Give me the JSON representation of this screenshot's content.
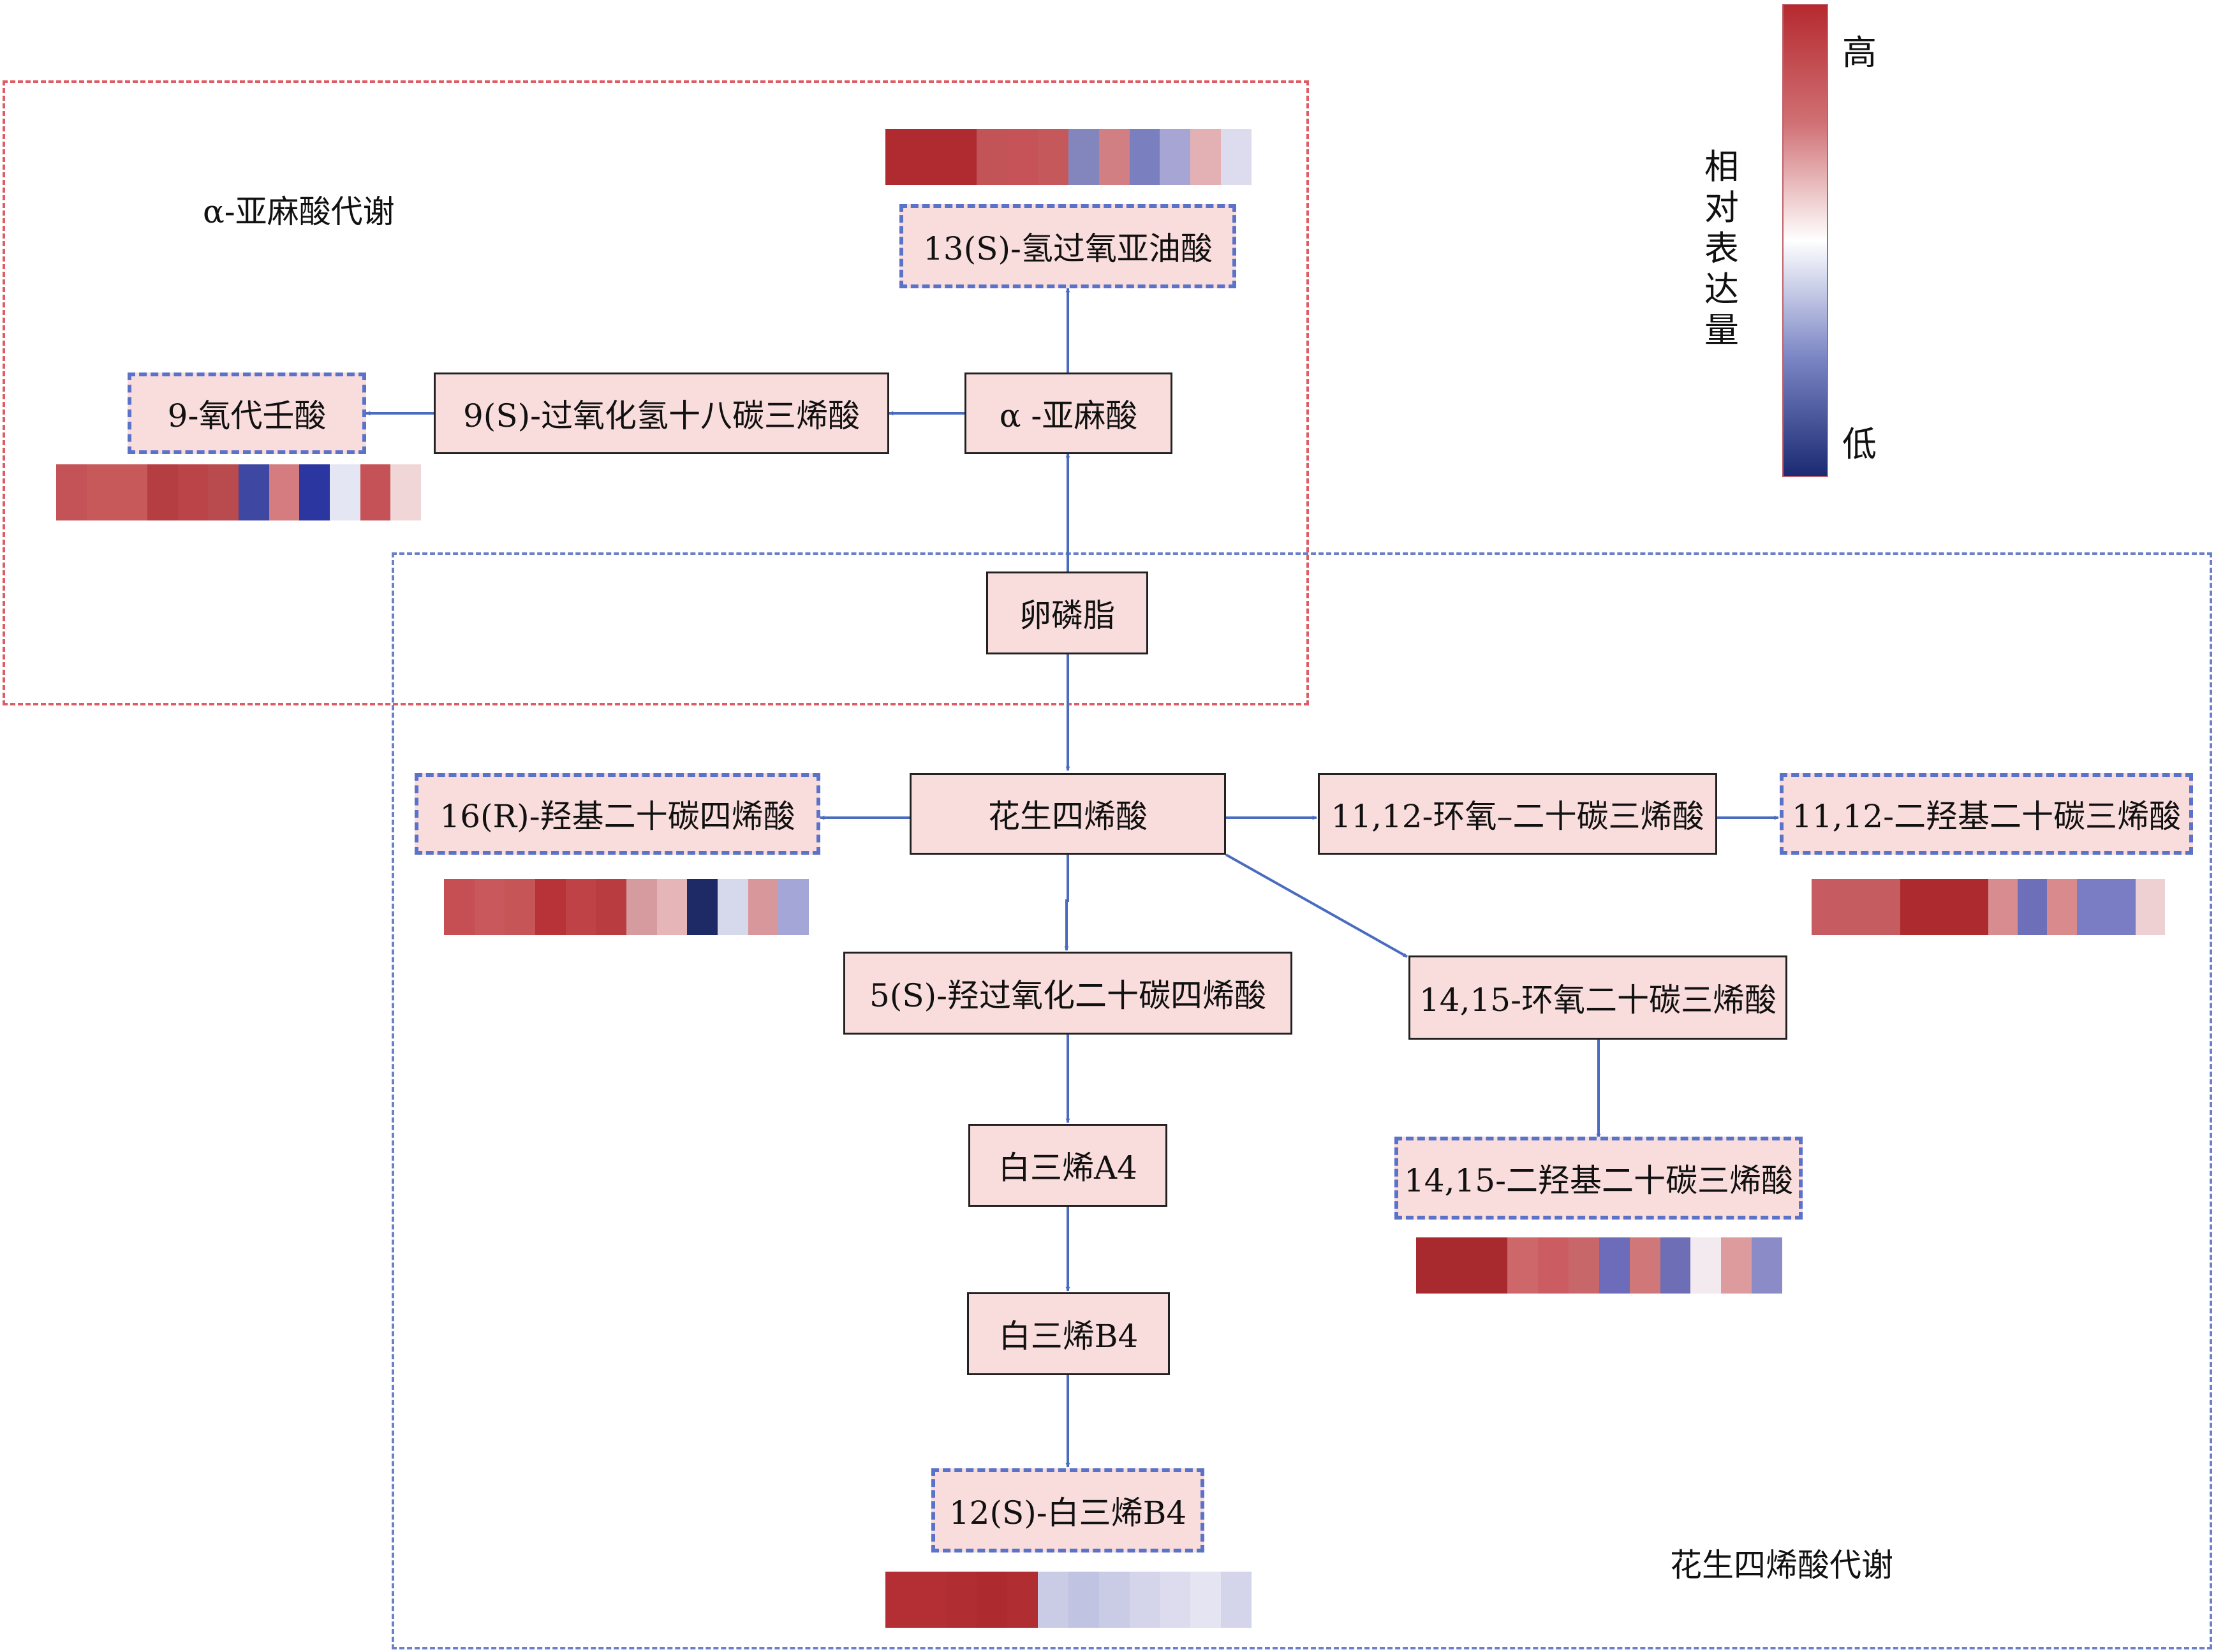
{
  "regions": {
    "alpha_linolenic": "α-亚麻酸代谢",
    "arachidonic": "花生四烯酸代谢"
  },
  "legend": {
    "high": "高",
    "low": "低",
    "title": "相对表达量"
  },
  "nodes": {
    "hpode13s": "13(S)-氢过氧亚油酸",
    "oxononanoic": "9-氧代壬酸",
    "hpotre9s": "9(S)-过氧化氢十八碳三烯酸",
    "ala": "α -亚麻酸",
    "lecithin": "卵磷脂",
    "hete16r": "16(R)-羟基二十碳四烯酸",
    "aa": "花生四烯酸",
    "eet1112": "11,12-环氧–二十碳三烯酸",
    "dhet1112": "11,12-二羟基二十碳三烯酸",
    "hpete5s": "5(S)-羟过氧化二十碳四烯酸",
    "eet1415": "14,15-环氧二十碳三烯酸",
    "lta4": "白三烯A4",
    "dhet1415": "14,15-二羟基二十碳三烯酸",
    "ltb4": "白三烯B4",
    "ltb4_12s": "12(S)-白三烯B4"
  },
  "colors": {
    "node_fill": "#f9dcdc",
    "arrow": "#4a6cc0",
    "region_red": "#de5c64",
    "region_blue": "#6b80c8"
  },
  "heatmaps": {
    "hpode13s": [
      "#b02b30",
      "#b02b30",
      "#b02b30",
      "#c25356",
      "#c55357",
      "#c5585b",
      "#8286bd",
      "#d27f83",
      "#7a7fbf",
      "#a6a5d3",
      "#e3b1b4",
      "#dcdcee"
    ],
    "oxononanoic": [
      "#c45357",
      "#c8595b",
      "#c8595b",
      "#b53e42",
      "#bb4448",
      "#b94a4e",
      "#3e47a2",
      "#d47c7f",
      "#2b36a0",
      "#e4e6f3",
      "#c55256",
      "#f1d6d8"
    ],
    "hete16r": [
      "#c54f53",
      "#c8585c",
      "#c65558",
      "#b73338",
      "#bf4246",
      "#b93c40",
      "#d69b9e",
      "#e6b5b7",
      "#1e2a66",
      "#d6d8ec",
      "#d8979a",
      "#a3a6d6"
    ],
    "dhet1112": [
      "#c65c61",
      "#c45c60",
      "#c55c60",
      "#ad2a2f",
      "#ad2a2f",
      "#ad2a2f",
      "#d98c90",
      "#6d70b9",
      "#d98a8d",
      "#7a7dc4",
      "#7a7dc4",
      "#efd0d2"
    ],
    "dhet1415": [
      "#a82a2e",
      "#a82a2e",
      "#a82a2e",
      "#cd6769",
      "#cb5c61",
      "#c8676a",
      "#6c6cba",
      "#d0777a",
      "#6e6eb7",
      "#f3eaef",
      "#de9b9d",
      "#8b8bc8"
    ],
    "ltb4_12s": [
      "#b42f34",
      "#b42f34",
      "#b02d32",
      "#ad2a2f",
      "#b02d32",
      "#cacbe5",
      "#c0c3e2",
      "#cacbe5",
      "#d4d4ea",
      "#dcdcee",
      "#e4e4f2",
      "#d4d4ea"
    ]
  }
}
